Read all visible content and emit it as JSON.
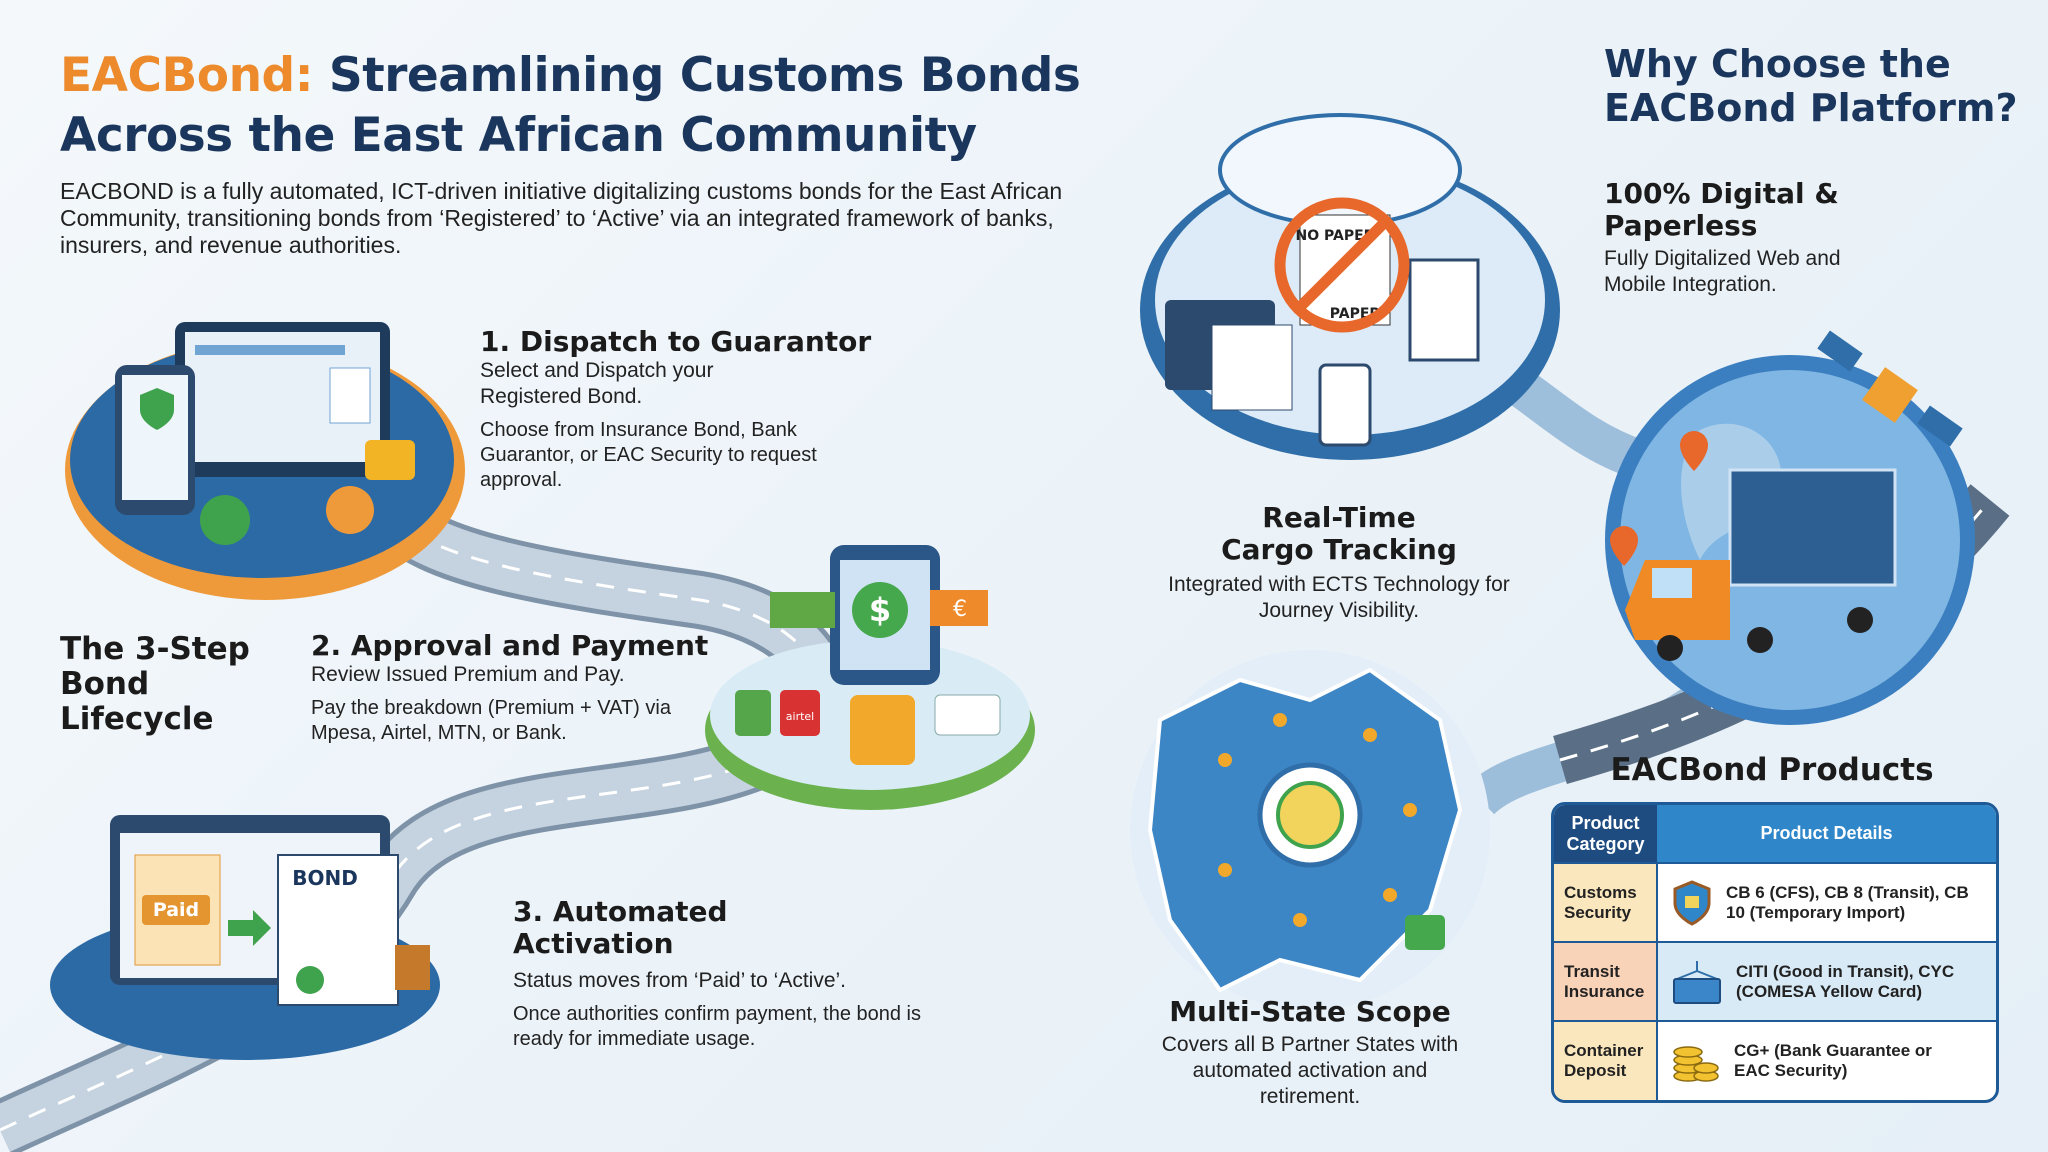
{
  "header": {
    "brand": "EACBond:",
    "title_rest": "Streamlining Customs Bonds",
    "title_line2": "Across the East African Community",
    "description": "EACBOND is a fully automated, ICT-driven initiative digitalizing customs bonds for the East African Community, transitioning bonds from ‘Registered’ to ‘Active’ via an integrated framework of banks, insurers, and revenue authorities."
  },
  "lifecycle": {
    "label_lines": [
      "The 3-Step",
      "Bond",
      "Lifecycle"
    ],
    "steps": [
      {
        "title": "1. Dispatch to Guarantor",
        "subtitle": "Select and Dispatch your Registered Bond.",
        "detail": "Choose from Insurance Bond, Bank Guarantor, or EAC Security to request approval."
      },
      {
        "title": "2. Approval and Payment",
        "subtitle": "Review Issued Premium and Pay.",
        "detail": "Pay the breakdown (Premium + VAT) via Mpesa, Airtel, MTN, or Bank."
      },
      {
        "title": "3. Automated Activation",
        "subtitle": "Status moves from ‘Paid’ to ‘Active’.",
        "detail": "Once authorities confirm payment, the bond is ready for immediate usage."
      }
    ],
    "illustration_labels": {
      "paid": "Paid",
      "bond": "BOND",
      "airtel": "airtel",
      "no_paper": "NO PAPER",
      "paper": "PAPER"
    }
  },
  "why": {
    "title_lines": [
      "Why Choose the",
      "EACBond Platform?"
    ],
    "features": [
      {
        "title": "100% Digital & Paperless",
        "detail": "Fully Digitalized Web and Mobile Integration."
      },
      {
        "title": "Real-Time Cargo Tracking",
        "detail": "Integrated with ECTS Technology for Journey Visibility."
      },
      {
        "title": "Multi-State Scope",
        "detail": "Covers all B Partner States with automated activation and retirement."
      }
    ]
  },
  "products": {
    "title": "EACBond Products",
    "headers": [
      "Product Category",
      "Product Details"
    ],
    "rows": [
      {
        "category": "Customs Security",
        "details": "CB 6 (CFS), CB 8 (Transit), CB 10 (Temporary Import)",
        "icon": "shield-icon",
        "color": "#fbe7bd"
      },
      {
        "category": "Transit Insurance",
        "details": "CITI (Good in Transit), CYC (COMESA Yellow Card)",
        "icon": "container-icon",
        "color": "#f9d3b8"
      },
      {
        "category": "Container Deposit",
        "details": "CG+ (Bank Guarantee or EAC Security)",
        "icon": "coins-icon",
        "color": "#fbe7bd"
      }
    ]
  },
  "colors": {
    "brand_orange": "#ec8a2c",
    "navy": "#1b365d",
    "table_blue": "#2f86c9",
    "road": "#9fb3c8"
  }
}
